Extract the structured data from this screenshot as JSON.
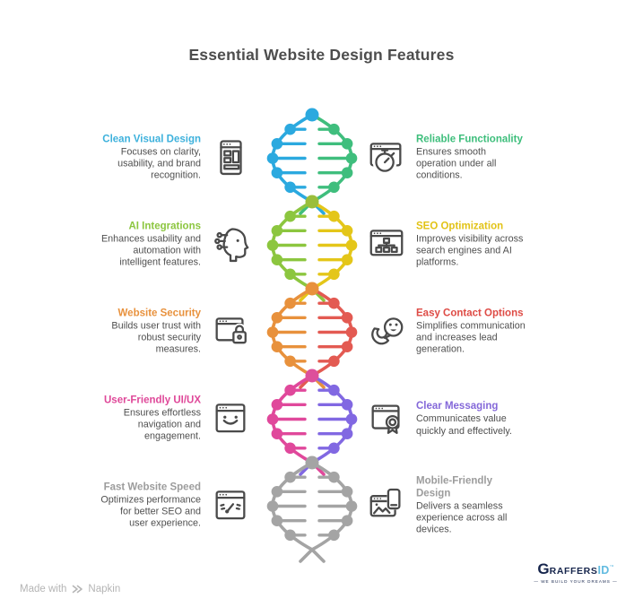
{
  "title": "Essential Website Design Features",
  "features": {
    "left": [
      {
        "heading": "Clean Visual Design",
        "description": "Focuses on clarity, usability, and brand recognition.",
        "color": "#3db1dc"
      },
      {
        "heading": "AI Integrations",
        "description": "Enhances usability and automation with intelligent features.",
        "color": "#8cc63f"
      },
      {
        "heading": "Website Security",
        "description": "Builds user trust with robust security measures.",
        "color": "#e8913c"
      },
      {
        "heading": "User-Friendly UI/UX",
        "description": "Ensures effortless navigation and engagement.",
        "color": "#df4899"
      },
      {
        "heading": "Fast Website Speed",
        "description": "Optimizes performance for better SEO and user experience.",
        "color": "#9c9c9c"
      }
    ],
    "right": [
      {
        "heading": "Reliable Functionality",
        "description": "Ensures smooth operation under all conditions.",
        "color": "#3dbe7b"
      },
      {
        "heading": "SEO Optimization",
        "description": "Improves visibility across search engines and AI platforms.",
        "color": "#e2c317"
      },
      {
        "heading": "Easy Contact Options",
        "description": "Simplifies communication and increases lead generation.",
        "color": "#de4b45"
      },
      {
        "heading": "Clear Messaging",
        "description": "Communicates value quickly and effectively.",
        "color": "#8468d9"
      },
      {
        "heading": "Mobile-Friendly Design",
        "description": "Delivers a seamless experience across all devices.",
        "color": "#9c9c9c"
      }
    ]
  },
  "helix": {
    "segments": [
      {
        "left_color": "#2ba9df",
        "right_color": "#3fbe7d",
        "node_color": "#2ba9df"
      },
      {
        "left_color": "#8cc63f",
        "right_color": "#e4c619",
        "node_color": "#9bbe3b"
      },
      {
        "left_color": "#e8913c",
        "right_color": "#e35a52",
        "node_color": "#e8913c"
      },
      {
        "left_color": "#e0489b",
        "right_color": "#8168e2",
        "node_color": "#dd4f9b"
      },
      {
        "left_color": "#a4a4a4",
        "right_color": "#a4a4a4",
        "node_color": "#a4a4a4"
      }
    ]
  },
  "footer": {
    "made_with": "Made with",
    "napkin": "Napkin"
  },
  "brand": {
    "g": "G",
    "main": "RAFFERS",
    "suffix": "ID",
    "mark": "™",
    "tagline": "— WE BUILD YOUR DREAMS —"
  }
}
